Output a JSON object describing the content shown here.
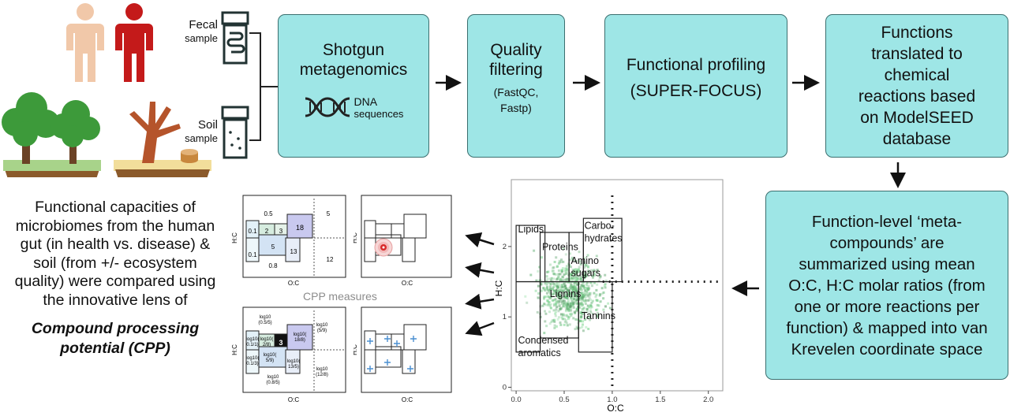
{
  "samples": {
    "fecal_label": "Fecal",
    "fecal_sub": "sample",
    "soil_label": "Soil",
    "soil_sub": "sample"
  },
  "pipeline": {
    "shotgun_title": "Shotgun metagenomics",
    "dna_label": "DNA",
    "dna_sub": "sequences",
    "quality_title": "Quality filtering",
    "quality_sub": "(FastQC, Fastp)",
    "profiling_title": "Functional profiling",
    "profiling_sub": "(SUPER-FOCUS)",
    "translated_text": "Functions translated to chemical reactions based on ModelSEED database",
    "metacompound_text": "Function-level ‘meta-compounds’ are summarized using mean O:C, H:C molar ratios (from one or more reactions per function) & mapped into van Krevelen coordinate space"
  },
  "summary": {
    "text": "Functional capacities of microbiomes from the human gut (in health vs. disease) & soil (from +/- ecosystem quality) were compared using the innovative lens of",
    "cpp_line1": "Compound processing",
    "cpp_line2": "potential (CPP)"
  },
  "cpp_measures_label": "CPP measures",
  "mini_plots": {
    "xlabel": "O:C",
    "ylabel": "H:C",
    "plot1_values": [
      "0.5",
      "5",
      "0.1",
      "2",
      "3",
      "18",
      "0.1",
      "5",
      "13",
      "0.8",
      "12"
    ],
    "plot3_values": [
      "log10\n(0.5/5)",
      "log10\n(5/9)",
      "log10\n(0.1/1)",
      "log10(\n2/8)",
      "3",
      "log10(\n18/8)",
      "log10(\n0.1/3)",
      "log10(\n5/9)",
      "log10(\n13/5)",
      "log10\n(0.8/5)",
      "log10\n(12/8)"
    ]
  },
  "chart_data": {
    "type": "scatter",
    "xlabel": "O:C",
    "ylabel": "H:C",
    "xlim": [
      -0.05,
      2.15
    ],
    "ylim": [
      -0.05,
      2.95
    ],
    "x_ticks": [
      "0.0",
      "0.5",
      "1.0",
      "1.5",
      "2.0"
    ],
    "y_ticks": [
      "0",
      "1",
      "2"
    ],
    "regions": [
      {
        "name": "Lipids",
        "x": [
          0.0,
          0.3
        ],
        "y": [
          1.5,
          2.3
        ]
      },
      {
        "name": "Proteins",
        "x": [
          0.25,
          0.55
        ],
        "y": [
          1.5,
          2.2
        ]
      },
      {
        "name": "Amino sugars",
        "x": [
          0.55,
          0.7
        ],
        "y": [
          1.5,
          2.2
        ]
      },
      {
        "name": "Carbo- hydrates",
        "x": [
          0.7,
          1.1
        ],
        "y": [
          1.5,
          2.4
        ]
      },
      {
        "name": "Lignins",
        "x": [
          0.25,
          0.65
        ],
        "y": [
          0.7,
          1.5
        ]
      },
      {
        "name": "Tannins",
        "x": [
          0.65,
          1.0
        ],
        "y": [
          0.5,
          1.5
        ]
      },
      {
        "name": "Condensed aromatics",
        "x": [
          0.0,
          0.25
        ],
        "y": [
          0.5,
          1.5
        ]
      }
    ],
    "grid": false,
    "dotted_lines": {
      "vertical_x": 1.0,
      "horizontal_y": 1.5
    }
  }
}
